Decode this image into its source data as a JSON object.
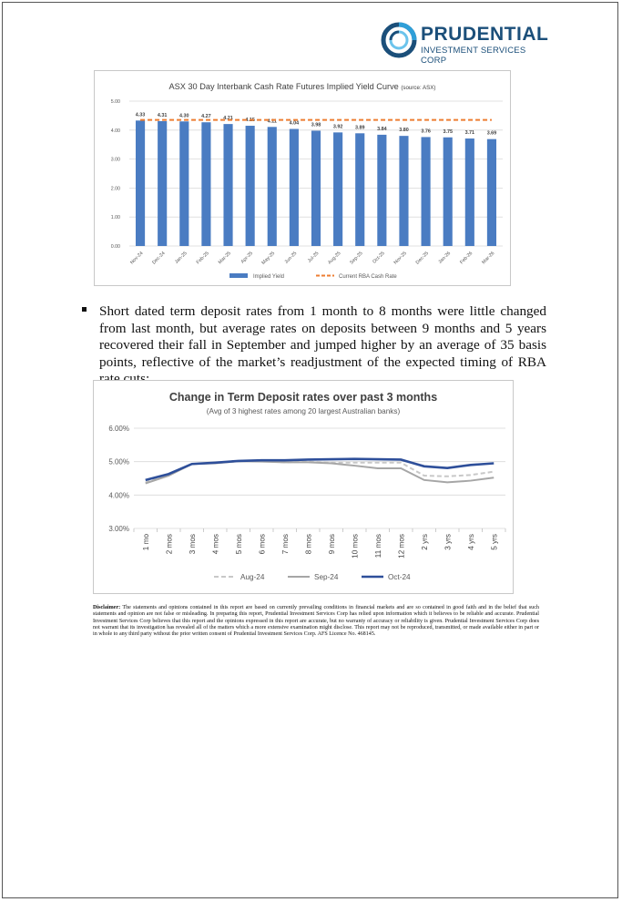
{
  "logo": {
    "name": "PRUDENTIAL",
    "tagline": "INVESTMENT SERVICES CORP"
  },
  "bullet": {
    "text": "Short dated term deposit rates from 1 month to 8 months were little changed from last month, but average rates on deposits between 9 months and 5 years recovered their fall in September and jumped higher by an average of 35 basis points, reflective of the market’s readjustment of the expected timing of RBA rate cuts:"
  },
  "disclaimer": {
    "label": "Disclaimer:",
    "text": "The statements and opinions contained in this report are based on currently prevailing conditions in financial markets and are so contained in good faith and in the belief that such statements and opinion are not false or misleading. In preparing this report, Prudential Investment Services Corp has relied upon information which it believes to be reliable and accurate. Prudential Investment Services Corp believes that this report and the opinions expressed in this report are accurate, but no warranty of accuracy or reliability is given. Prudential Investment Services Corp does not warrant that its investigation has revealed all of the matters which a more extensive examination might disclose. This report may not be reproduced, transmitted, or made available either in part or in whole to any third party without the prior written consent of Prudential Investment Services Corp. AFS Licence No. 468145."
  },
  "chart_data": [
    {
      "type": "bar",
      "title": "ASX 30 Day Interbank Cash Rate Futures Implied Yield Curve",
      "subtitle": "(source: ASX)",
      "categories": [
        "Nov-24",
        "Dec-24",
        "Jan-25",
        "Feb-25",
        "Mar-25",
        "Apr-25",
        "May-25",
        "Jun-25",
        "Jul-25",
        "Aug-25",
        "Sep-25",
        "Oct-25",
        "Nov-25",
        "Dec-25",
        "Jan-26",
        "Feb-26",
        "Mar-26"
      ],
      "series": [
        {
          "name": "Implied Yield",
          "values": [
            4.33,
            4.31,
            4.3,
            4.27,
            4.21,
            4.15,
            4.11,
            4.04,
            3.98,
            3.92,
            3.89,
            3.84,
            3.8,
            3.76,
            3.75,
            3.71,
            3.69
          ]
        },
        {
          "name": "Current RBA Cash Rate",
          "values": [
            4.35,
            4.35,
            4.35,
            4.35,
            4.35,
            4.35,
            4.35,
            4.35,
            4.35,
            4.35,
            4.35,
            4.35,
            4.35,
            4.35,
            4.35,
            4.35,
            4.35
          ]
        }
      ],
      "data_labels": [
        "4.33",
        "4.31",
        "4.30",
        "4.27",
        "4.21",
        "4.15",
        "4.11",
        "4.04",
        "3.98",
        "3.92",
        "3.89",
        "3.84",
        "3.80",
        "3.76",
        "3.75",
        "3.71",
        "3.69"
      ],
      "yticks": [
        "0.00",
        "1.00",
        "2.00",
        "3.00",
        "4.00",
        "5.00"
      ],
      "ylim": [
        0,
        5
      ],
      "grid": true,
      "legend": "bottom",
      "colors": {
        "bar": "#4a7cc2",
        "line": "#ed7d31",
        "grid": "#d9d9d9"
      }
    },
    {
      "type": "line",
      "title": "Change in Term Deposit rates over past 3 months",
      "subtitle": "(Avg of 3 highest rates among 20 largest Australian banks)",
      "categories": [
        "1 mo",
        "2 mos",
        "3 mos",
        "4 mos",
        "5 mos",
        "6 mos",
        "7 mos",
        "8 mos",
        "9 mos",
        "10 mos",
        "11 mos",
        "12 mos",
        "2 yrs",
        "3 yrs",
        "4 yrs",
        "5 yrs"
      ],
      "series": [
        {
          "name": "Aug-24",
          "values": [
            4.38,
            4.6,
            4.93,
            4.96,
            5.01,
            5.02,
            4.98,
            5.0,
            4.97,
            4.97,
            4.97,
            4.97,
            4.58,
            4.56,
            4.6,
            4.7
          ]
        },
        {
          "name": "Sep-24",
          "values": [
            4.35,
            4.58,
            4.93,
            4.95,
            5.01,
            5.0,
            4.98,
            4.98,
            4.95,
            4.88,
            4.8,
            4.8,
            4.45,
            4.38,
            4.43,
            4.52
          ]
        },
        {
          "name": "Oct-24",
          "values": [
            4.45,
            4.63,
            4.93,
            4.97,
            5.02,
            5.04,
            5.04,
            5.06,
            5.07,
            5.08,
            5.07,
            5.06,
            4.86,
            4.81,
            4.9,
            4.95
          ]
        }
      ],
      "yticks": [
        "3.00%",
        "4.00%",
        "5.00%",
        "6.00%"
      ],
      "ylim": [
        3,
        6
      ],
      "grid": true,
      "legend": "bottom",
      "colors": {
        "Aug-24": "#c8c8c8",
        "Sep-24": "#a6a6a6",
        "Oct-24": "#2e4f9a",
        "grid": "#d9d9d9"
      }
    }
  ]
}
